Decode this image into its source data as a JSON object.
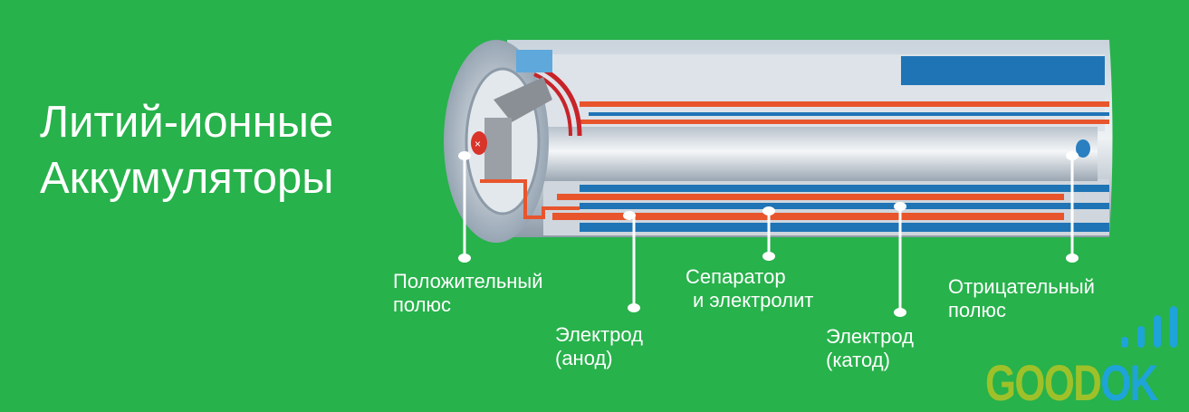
{
  "title": {
    "line1": "Литий-ионные",
    "line2": "Аккумуляторы"
  },
  "labels": {
    "positive_pole": {
      "line1": "Положительный",
      "line2": "полюс"
    },
    "anode": {
      "line1": "Электрод",
      "line2": "(анод)"
    },
    "separator": {
      "line1": "Сепаратор",
      "line2": "и электролит"
    },
    "cathode": {
      "line1": "Электрод",
      "line2": "(катод)"
    },
    "negative_pole": {
      "line1": "Отрицательный",
      "line2": "полюс"
    }
  },
  "logo": {
    "text_part1": "GOOD",
    "text_part2": "OK"
  },
  "colors": {
    "background": "#27b24b",
    "electrode_red": "#e8552c",
    "electrode_blue": "#1f74b6",
    "logo_green": "#9ec12a",
    "logo_blue": "#1ea4d8"
  }
}
